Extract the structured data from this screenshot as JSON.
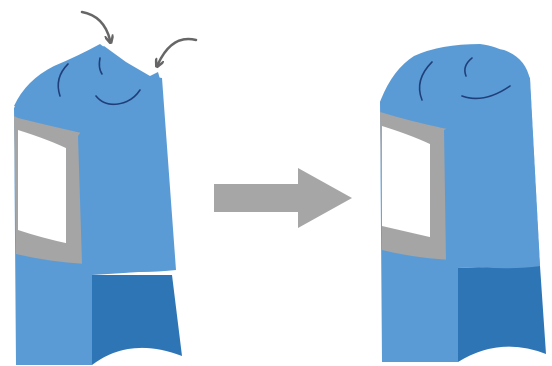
{
  "diagram": {
    "colors": {
      "body_blue": "#5b9bd5",
      "inner_blue": "#2e75b6",
      "frame_gray": "#a5a5a5",
      "window_white": "#ffffff",
      "crease_line": "#1f3f7a",
      "pointer_gray": "#666666",
      "arrow_gray": "#a6a6a6"
    },
    "panels": [
      {
        "id": "before",
        "state": "fold-open",
        "pointers": 2,
        "creases": 2
      },
      {
        "id": "after",
        "state": "folded-closed",
        "pointers": 0,
        "creases": 2
      }
    ],
    "transition_arrow": {
      "icon": "right-block-arrow-icon",
      "direction": "right"
    }
  }
}
